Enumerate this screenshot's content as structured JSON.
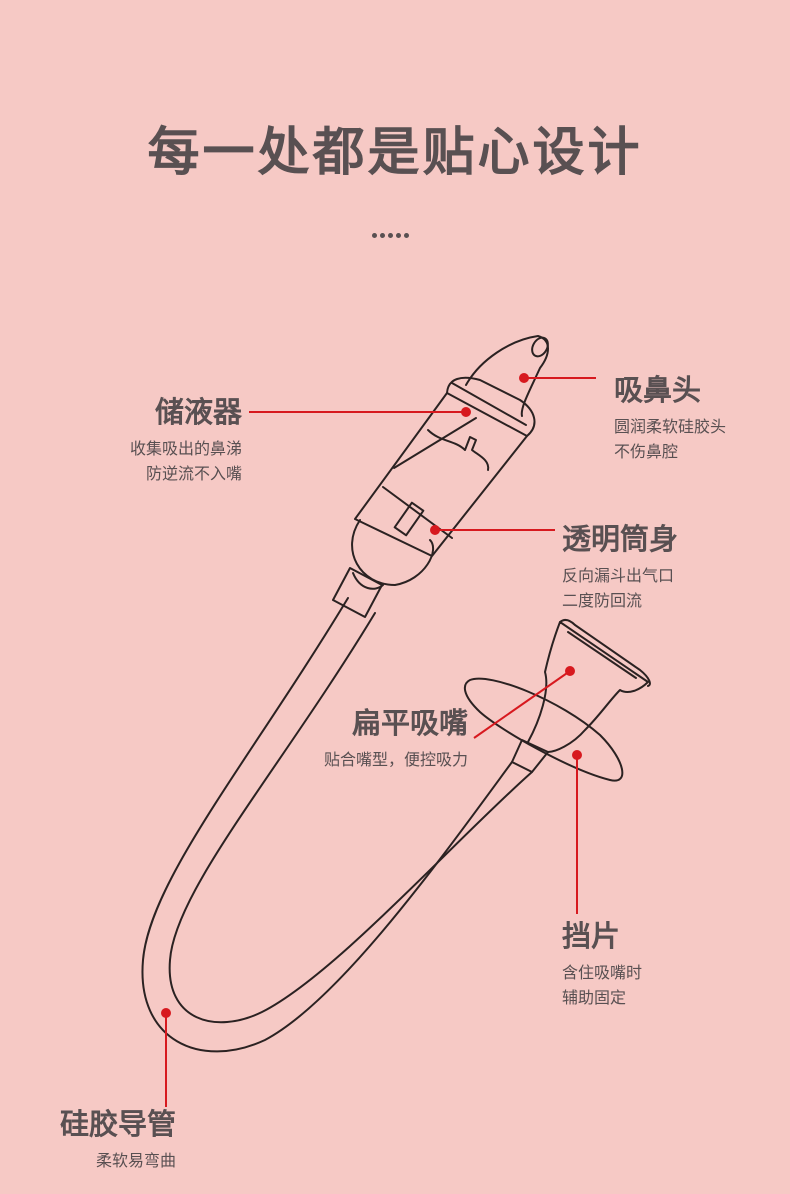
{
  "title": "每一处都是贴心设计",
  "colors": {
    "background": "#f6c9c5",
    "text": "#595052",
    "leader_line": "#d7191f",
    "outline": "#2b2222"
  },
  "icons": [
    "dots-separator-icon"
  ],
  "callouts": {
    "tip": {
      "name": "吸鼻头",
      "desc1": "圆润柔软硅胶头",
      "desc2": "不伤鼻腔"
    },
    "reservoir": {
      "name": "储液器",
      "desc1": "收集吸出的鼻涕",
      "desc2": "防逆流不入嘴"
    },
    "body": {
      "name": "透明筒身",
      "desc1": "反向漏斗出气口",
      "desc2": "二度防回流"
    },
    "mouthpiece": {
      "name": "扁平吸嘴",
      "desc1": "贴合嘴型，便控吸力"
    },
    "shield": {
      "name": "挡片",
      "desc1": "含住吸嘴时",
      "desc2": "辅助固定"
    },
    "tube": {
      "name": "硅胶导管",
      "desc1": "柔软易弯曲"
    }
  }
}
